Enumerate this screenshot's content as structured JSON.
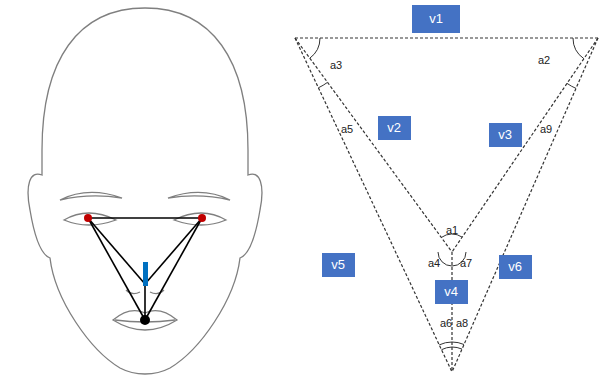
{
  "diagram": {
    "nodes": [
      {
        "text": [
          "v1"
        ]
      },
      {
        "text": [
          "v2"
        ]
      },
      {
        "text": [
          "v3"
        ]
      },
      {
        "text": [
          "v5"
        ]
      },
      {
        "text": [
          "v4"
        ]
      },
      {
        "text": [
          "v6"
        ]
      }
    ],
    "labels": [
      "a3",
      "a2",
      "a5",
      "a9",
      "a1",
      "a4",
      "a7",
      "a6",
      "a8"
    ]
  }
}
